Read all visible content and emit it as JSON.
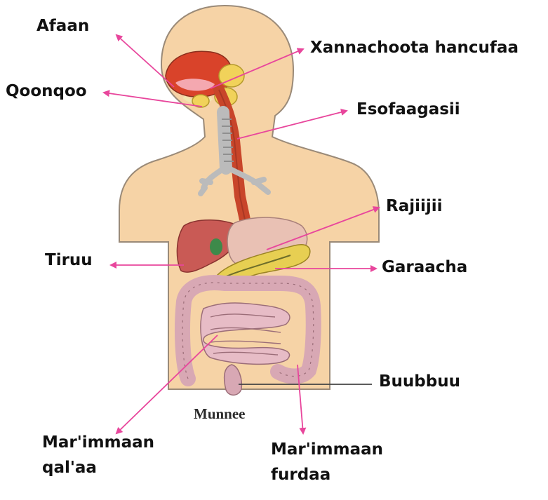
{
  "labels": {
    "afaan": "Afaan",
    "xannachoota": "Xannachoota hancufaa",
    "qoonqoo": "Qoonqoo",
    "esofaagasii": "Esofaagasii",
    "rajiijii": "Rajiijii",
    "tiruu": "Tiruu",
    "garaacha": "Garaacha",
    "buubbuu": "Buubbuu",
    "munnee": "Munnee",
    "marimmaan_qalaa_1": "Mar'immaan",
    "marimmaan_qalaa_2": "qal'aa",
    "marimmaan_furdaa_1": "Mar'immaan",
    "marimmaan_furdaa_2": "furdaa"
  },
  "colors": {
    "pointer": "#e8469c",
    "pointer_dark": "#444444",
    "skin": "#f6d3a6",
    "skin_outline": "#9a8a78",
    "esophagus": "#c8452a",
    "liver": "#c95a55",
    "stomach": "#e9c1b4",
    "pancreas": "#e7cf52",
    "intestine": "#d8a8b4",
    "trachea": "#bbbbbb"
  }
}
